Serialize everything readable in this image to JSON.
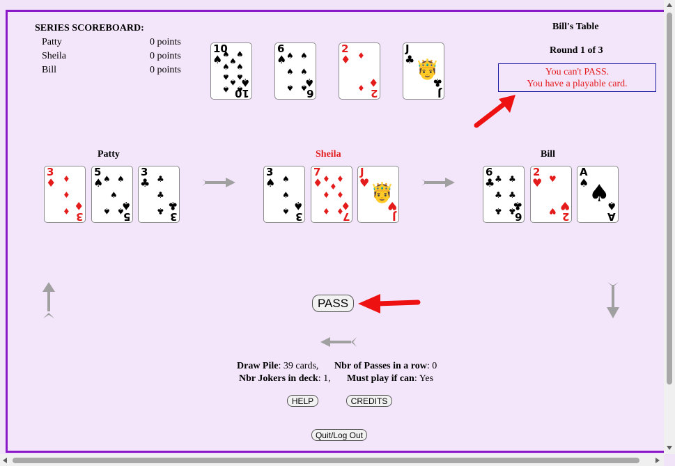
{
  "scoreboard": {
    "title": "SERIES SCOREBOARD:",
    "rows": [
      {
        "name": "Patty",
        "score": "0 points"
      },
      {
        "name": "Sheila",
        "score": "0 points"
      },
      {
        "name": "Bill",
        "score": "0 points"
      }
    ]
  },
  "table": {
    "title": "Bill's Table",
    "round": "Round 1 of 3",
    "message_line1": "You can't PASS.",
    "message_line2": "You have a playable card."
  },
  "top_cards": [
    {
      "rank": "10",
      "suit": "♠",
      "color": "black"
    },
    {
      "rank": "6",
      "suit": "♠",
      "color": "black"
    },
    {
      "rank": "2",
      "suit": "♦",
      "color": "red"
    },
    {
      "rank": "J",
      "suit": "♣",
      "color": "black"
    }
  ],
  "players": [
    {
      "name": "Patty",
      "name_color": "#000000",
      "cards": [
        {
          "rank": "3",
          "suit": "♦",
          "color": "red"
        },
        {
          "rank": "5",
          "suit": "♠",
          "color": "black"
        },
        {
          "rank": "3",
          "suit": "♣",
          "color": "black"
        }
      ]
    },
    {
      "name": "Sheila",
      "name_color": "#e41b1b",
      "cards": [
        {
          "rank": "3",
          "suit": "♠",
          "color": "black"
        },
        {
          "rank": "7",
          "suit": "♦",
          "color": "red"
        },
        {
          "rank": "J",
          "suit": "♥",
          "color": "red"
        }
      ]
    },
    {
      "name": "Bill",
      "name_color": "#000000",
      "cards": [
        {
          "rank": "6",
          "suit": "♣",
          "color": "black"
        },
        {
          "rank": "2",
          "suit": "♥",
          "color": "red"
        },
        {
          "rank": "A",
          "suit": "♠",
          "color": "black"
        }
      ]
    }
  ],
  "pass_button": "PASS",
  "stats": {
    "draw_pile_label": "Draw Pile",
    "draw_pile_value": ": 39 cards,",
    "passes_label": "Nbr of Passes in a row",
    "passes_value": ": 0",
    "jokers_label": "Nbr Jokers in deck",
    "jokers_value": ": 1,",
    "must_play_label": "Must play if can",
    "must_play_value": ": Yes"
  },
  "buttons": {
    "help": "HELP",
    "credits": "CREDITS",
    "quit": "Quit/Log Out"
  },
  "colors": {
    "frame": "#8a18c8",
    "background": "#f3e5fa",
    "message": "#e41b1b",
    "arrow": "#ee1111",
    "flow_arrow": "#a0a0a0"
  }
}
